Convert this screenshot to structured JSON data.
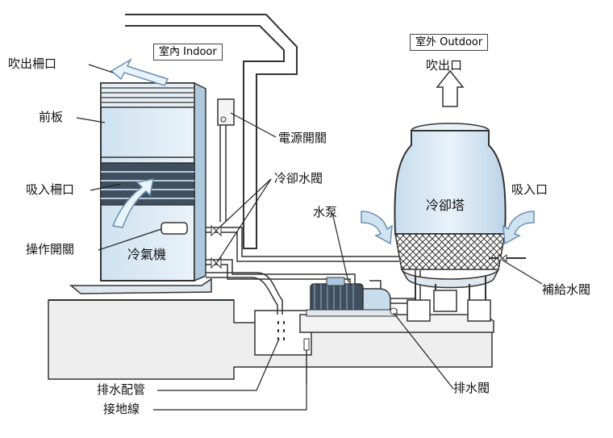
{
  "labels": {
    "indoor": "室內 Indoor",
    "outdoor": "室外 Outdoor",
    "outlet_grille": "吹出柵口",
    "front_panel": "前板",
    "intake_grille": "吸入柵口",
    "operation_switch": "操作開關",
    "air_conditioner": "冷氣機",
    "power_switch": "電源開關",
    "cooling_water_valve": "冷卻水閥",
    "water_pump": "水泵",
    "outlet_port": "吹出口",
    "cooling_tower": "冷卻塔",
    "intake_port": "吸入口",
    "makeup_water_valve": "補給水閥",
    "drain_valve": "排水閥",
    "drain_pipe": "排水配管",
    "ground_wire": "接地線"
  },
  "colors": {
    "line": "#333333",
    "light_blue": "#cfe3f1",
    "mid_blue": "#a9c9e2",
    "dark_blue": "#3f4f60",
    "ground": "#eeeeee"
  }
}
